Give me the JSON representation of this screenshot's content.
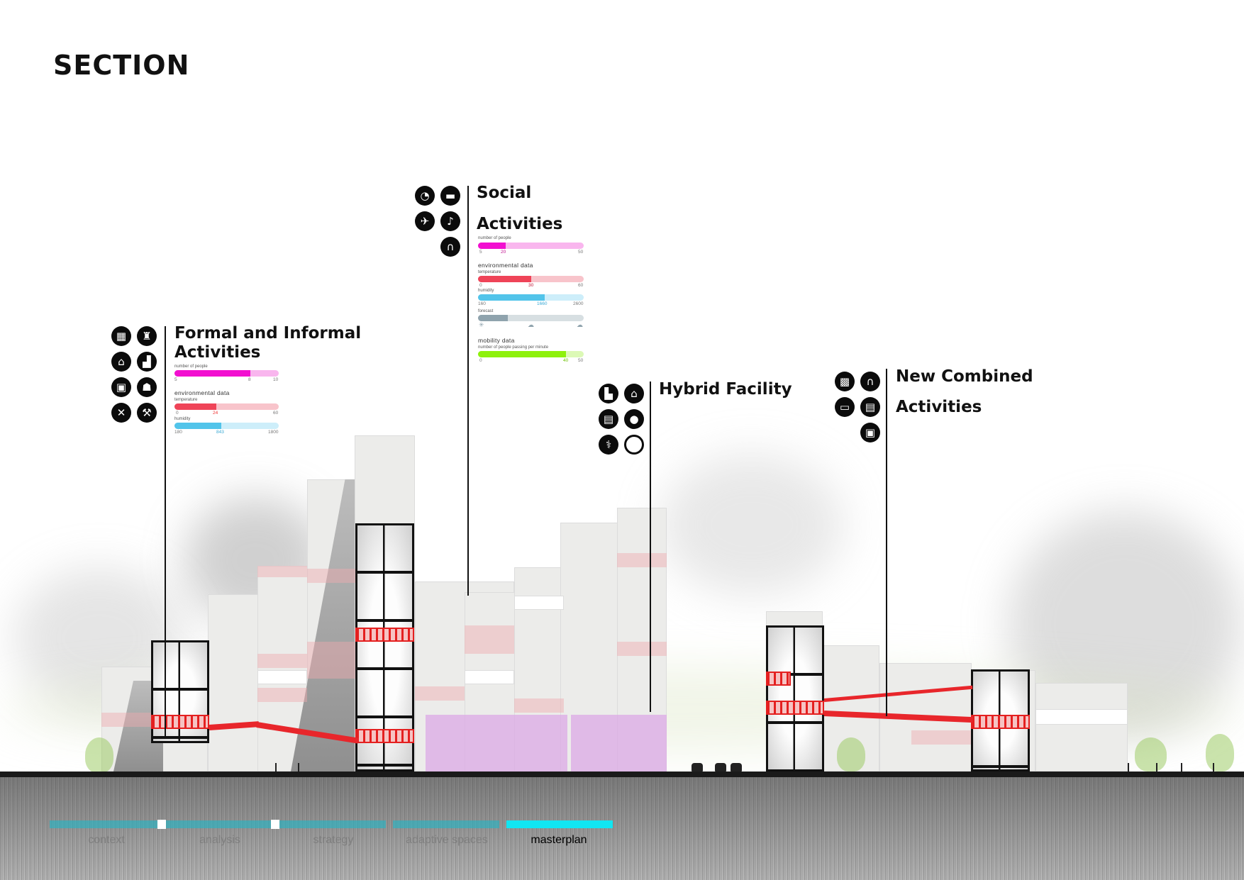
{
  "page": {
    "title": "SECTION"
  },
  "callouts": [
    {
      "id": "formal-informal",
      "title_line1": "Formal and Informal",
      "title_line2": "Activities",
      "icons": [
        "office-building-icon",
        "factory-crowd-icon",
        "market-stall-icon",
        "factory-icon",
        "laptop-cash-icon",
        "food-pot-icon",
        "tools-crossed-icon",
        "hammer-wrench-icon"
      ],
      "number_of_people": {
        "label": "number of people",
        "min": "5",
        "value": "8",
        "max": "10",
        "fill_pct": 73
      },
      "environmental": {
        "label": "environmental data",
        "temperature": {
          "label": "temperature",
          "min": "0",
          "value": "24",
          "max": "60",
          "fill_pct": 40
        },
        "humidity": {
          "label": "humidity",
          "min": "180",
          "value": "843",
          "max": "1800",
          "fill_pct": 45
        }
      }
    },
    {
      "id": "social",
      "title_line1": "Social",
      "title_line2": "Activities",
      "icons": [
        "speedometer-icon",
        "couch-icon",
        "airplane-icon",
        "guitar-icon",
        "hammock-icon"
      ],
      "number_of_people": {
        "label": "number of people",
        "min": "5",
        "value": "20",
        "max": "50",
        "fill_pct": 26
      },
      "environmental": {
        "label": "environmental data",
        "temperature": {
          "label": "temperature",
          "min": "0",
          "value": "30",
          "max": "60",
          "fill_pct": 50
        },
        "humidity": {
          "label": "humidity",
          "min": "160",
          "value": "1660",
          "max": "2600",
          "fill_pct": 63
        },
        "forecast": {
          "label": "forecast",
          "fill_pct": 28,
          "icons": [
            "sun-icon",
            "cloud-sun-icon",
            "cloud-icon"
          ]
        }
      },
      "mobility": {
        "label": "mobility data",
        "sublabel": "number of people passing per minute",
        "min": "0",
        "value": "40",
        "max": "50",
        "fill_pct": 83
      }
    },
    {
      "id": "hybrid",
      "title_line1": "Hybrid Facility",
      "icons": [
        "bed-icon",
        "house-icon",
        "storage-icon",
        "pig-icon",
        "stethoscope-icon",
        "empty-circle-icon"
      ]
    },
    {
      "id": "new-combined",
      "title_line1": "New Combined",
      "title_line2": "Activities",
      "icons": [
        "projector-icon",
        "hammock-icon",
        "screen-icon",
        "bus-front-icon",
        "train-icon"
      ]
    }
  ],
  "colors": {
    "people": "#f20fd0",
    "people_bg": "#f9b6ee",
    "temperature": "#ef4458",
    "temperature_bg": "#f8c4cb",
    "humidity": "#52c4ea",
    "humidity_bg": "#cdeefa",
    "forecast": "#8fa3ad",
    "forecast_bg": "#d7dfe2",
    "mobility": "#8ef10c",
    "mobility_bg": "#dcf9b6",
    "walkway": "#e8262b",
    "nav_active": "#11e6f2"
  },
  "nav": {
    "steps": [
      {
        "label": "context",
        "active": false
      },
      {
        "label": "analysis",
        "active": false
      },
      {
        "label": "strategy",
        "active": false
      },
      {
        "label": "adaptive spaces",
        "active": false
      },
      {
        "label": "masterplan",
        "active": true
      }
    ]
  }
}
